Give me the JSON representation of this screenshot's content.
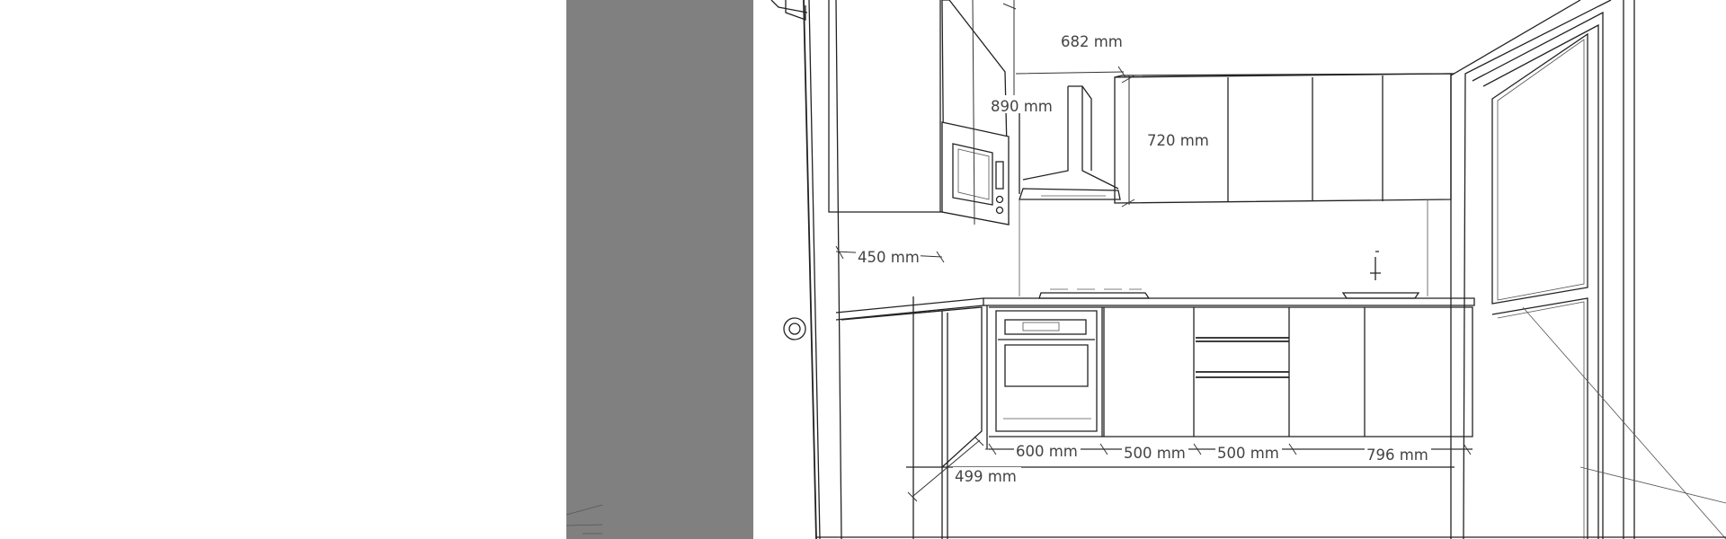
{
  "colors": {
    "background": "#ffffff",
    "panel": "#808080",
    "line": "#222222",
    "label": "#444444"
  },
  "dimensions": {
    "top_depth": "682 mm",
    "tall_upper": "890 mm",
    "wall_unit_height": "720 mm",
    "side_depth": "450 mm",
    "return_width": "499 mm",
    "oven_width": "600 mm",
    "base_1": "500 mm",
    "base_2": "500 mm",
    "sink_width": "796 mm"
  },
  "icons": [
    "microwave-icon",
    "oven-icon",
    "hob-icon",
    "sink-icon",
    "tap-icon",
    "range-hood-icon",
    "door-knob-icon"
  ]
}
